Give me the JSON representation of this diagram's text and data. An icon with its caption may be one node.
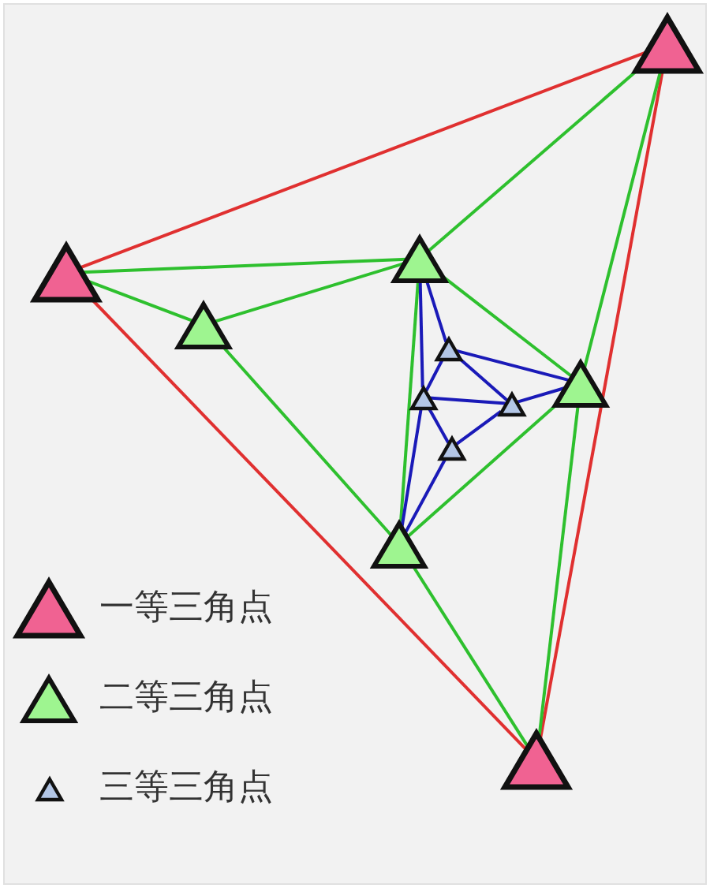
{
  "diagram": {
    "nodes": [
      {
        "text": [],
        "shape": "triangle"
      },
      {
        "text": [],
        "shape": "triangle"
      },
      {
        "text": [],
        "shape": "triangle"
      },
      {
        "text": [],
        "shape": "triangle"
      },
      {
        "text": [],
        "shape": "triangle"
      },
      {
        "text": [],
        "shape": "triangle"
      },
      {
        "text": [],
        "shape": "triangle"
      },
      {
        "text": [],
        "shape": "triangle"
      },
      {
        "text": [],
        "shape": "triangle"
      },
      {
        "text": [],
        "shape": "triangle"
      },
      {
        "text": [],
        "shape": "triangle"
      }
    ],
    "edges": [
      {
        "from": 0,
        "to": 2,
        "arrow": "none",
        "color": "#e03030"
      },
      {
        "from": 2,
        "to": 10,
        "arrow": "none",
        "color": "#e03030"
      },
      {
        "from": 0,
        "to": 10,
        "arrow": "none",
        "color": "#e03030"
      },
      {
        "from": 0,
        "to": 1,
        "arrow": "none"
      },
      {
        "from": 0,
        "to": 5,
        "arrow": "none"
      },
      {
        "from": 2,
        "to": 1,
        "arrow": "none"
      },
      {
        "from": 2,
        "to": 3,
        "arrow": "none"
      },
      {
        "from": 1,
        "to": 3,
        "arrow": "none"
      },
      {
        "from": 1,
        "to": 5,
        "arrow": "none"
      },
      {
        "from": 1,
        "to": 9,
        "arrow": "none"
      },
      {
        "from": 3,
        "to": 9,
        "arrow": "none"
      },
      {
        "from": 5,
        "to": 9,
        "arrow": "none"
      },
      {
        "from": 5,
        "to": 10,
        "arrow": "none"
      },
      {
        "from": 9,
        "to": 10,
        "arrow": "none"
      },
      {
        "from": 1,
        "to": 4,
        "arrow": "none",
        "color": "#1a1ab8"
      },
      {
        "from": 1,
        "to": 6,
        "arrow": "none",
        "color": "#1a1ab8"
      },
      {
        "from": 4,
        "to": 6,
        "arrow": "none",
        "color": "#1a1ab8"
      },
      {
        "from": 4,
        "to": 7,
        "arrow": "none",
        "color": "#1a1ab8"
      },
      {
        "from": 4,
        "to": 5,
        "arrow": "none",
        "color": "#1a1ab8"
      },
      {
        "from": 6,
        "to": 7,
        "arrow": "none",
        "color": "#1a1ab8"
      },
      {
        "from": 6,
        "to": 8,
        "arrow": "none",
        "color": "#1a1ab8"
      },
      {
        "from": 6,
        "to": 9,
        "arrow": "none",
        "color": "#1a1ab8"
      },
      {
        "from": 7,
        "to": 5,
        "arrow": "none",
        "color": "#1a1ab8"
      },
      {
        "from": 7,
        "to": 8,
        "arrow": "none",
        "color": "#1a1ab8"
      },
      {
        "from": 8,
        "to": 9,
        "arrow": "none",
        "color": "#1a1ab8"
      }
    ],
    "legend": [
      {
        "text": "一等三角点"
      },
      {
        "text": "二等三角点"
      },
      {
        "text": "三等三角点"
      }
    ]
  }
}
